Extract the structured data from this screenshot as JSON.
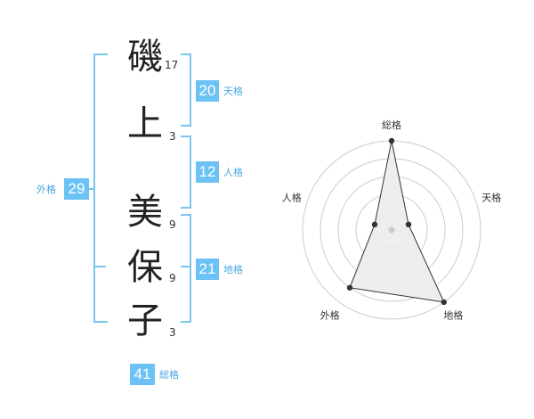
{
  "name": {
    "surname": [
      {
        "char": "磯",
        "strokes": "17"
      },
      {
        "char": "上",
        "strokes": "3"
      }
    ],
    "given": [
      {
        "char": "美",
        "strokes": "9"
      },
      {
        "char": "保",
        "strokes": "9"
      },
      {
        "char": "子",
        "strokes": "3"
      }
    ]
  },
  "fortunes": {
    "tenkaku": {
      "value": "20",
      "label": "天格"
    },
    "jinkaku": {
      "value": "12",
      "label": "人格"
    },
    "chikaku": {
      "value": "21",
      "label": "地格"
    },
    "gaikaku": {
      "value": "29",
      "label": "外格"
    },
    "soukaku": {
      "value": "41",
      "label": "総格"
    }
  },
  "chart_data": {
    "type": "radar",
    "axes": [
      "総格",
      "天格",
      "地格",
      "外格",
      "人格"
    ],
    "values": [
      5,
      1,
      5,
      4,
      1
    ],
    "max": 5,
    "rings": 5,
    "colors": {
      "fill": "#ebebeb",
      "line": "#333333",
      "grid": "#cccccc",
      "accent": "#6cc2f5"
    }
  }
}
